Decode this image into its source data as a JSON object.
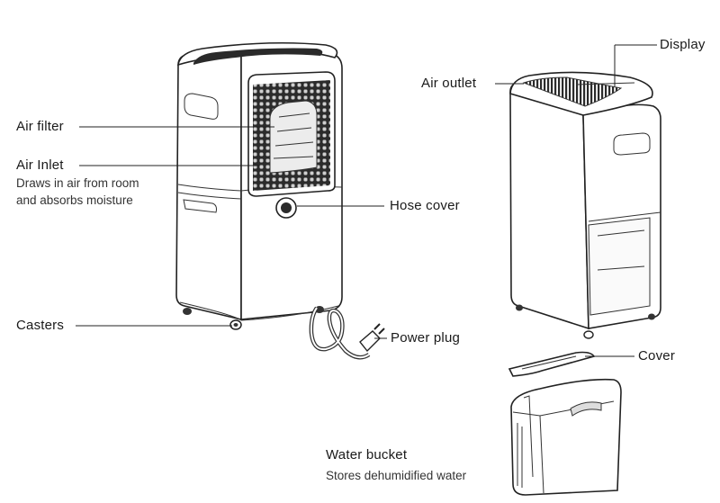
{
  "labels": {
    "display": "Display",
    "air_outlet": "Air outlet",
    "air_filter": "Air filter",
    "air_inlet": "Air Inlet",
    "air_inlet_desc_1": "Draws in air from room",
    "air_inlet_desc_2": "and absorbs moisture",
    "hose_cover": "Hose cover",
    "casters": "Casters",
    "power_plug": "Power plug",
    "cover": "Cover",
    "water_bucket": "Water bucket",
    "water_bucket_desc": "Stores dehumidified water"
  }
}
